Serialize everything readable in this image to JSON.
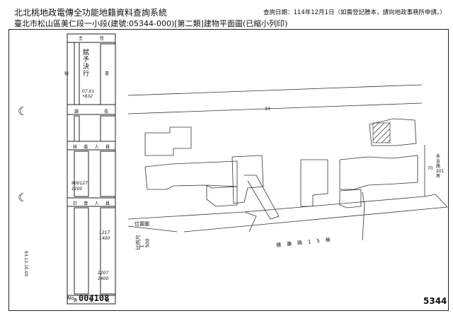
{
  "header": {
    "system_title": "北北桃地政電傳全功能地籍資料查詢系統",
    "query_date": "查詢日期：114年12月1日（如需登記謄本，請向地政事務所申請。）",
    "parcel_info": "臺北市松山區美仁段一小段(建號:05344-000)[第二類]建物平面圖(已縮小列印)"
  },
  "form": {
    "cells": [
      "主",
      "任",
      "秘",
      "書",
      "課",
      "長",
      "核",
      "委",
      "人",
      "員",
      "計",
      "算",
      "人",
      "員",
      "測",
      "量",
      "員"
    ],
    "handwriting": {
      "signature": "賦予決行",
      "sig_date": "07.01\n•832",
      "date1": "900127\n1200",
      "date2": "1217\n1400",
      "date3": "1207\n1400"
    },
    "doc_no_prefix": "No",
    "doc_no": "004108",
    "side_stamp": "93.12.10.00"
  },
  "plan": {
    "scale_label": "比例尺",
    "scale_num": "1\n500",
    "location_label": "位置圖",
    "road_label": "健康路15巷",
    "right_road_label": "永吉路201巷",
    "plot_num_top": "33",
    "plot_num_right": "70",
    "sheet_no": "5344"
  },
  "icons": [
    "punch-hole-icon"
  ]
}
